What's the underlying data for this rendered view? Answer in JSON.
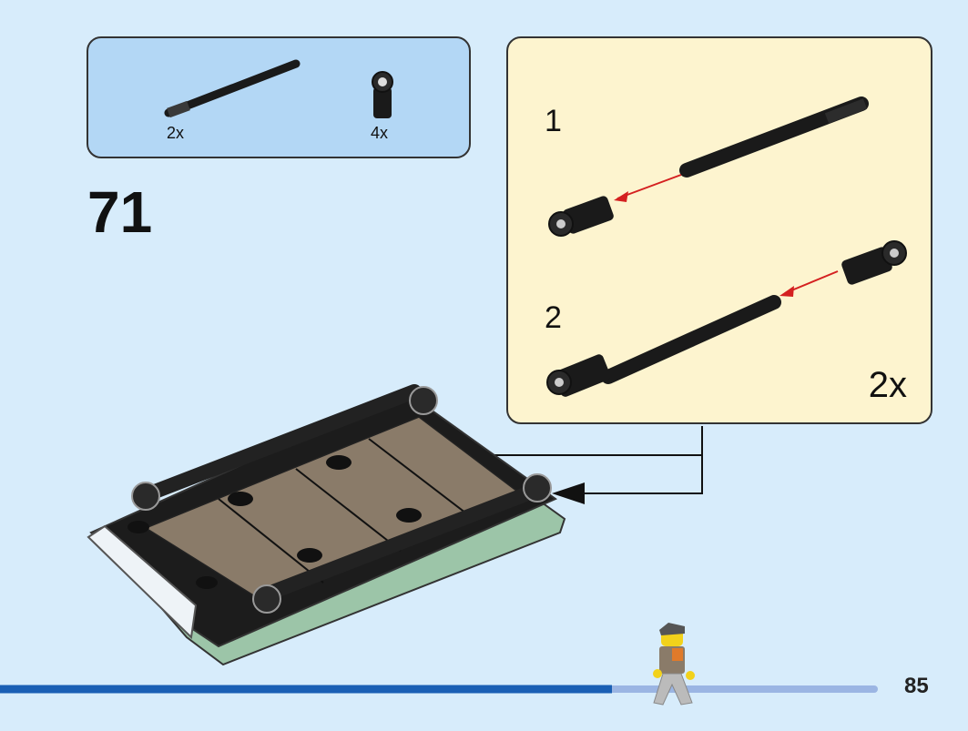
{
  "parts_list": {
    "items": [
      {
        "part": "black-axle",
        "quantity": "2x"
      },
      {
        "part": "black-axle-connector",
        "quantity": "4x"
      }
    ]
  },
  "step": {
    "number": "71"
  },
  "sub_assembly": {
    "steps": [
      "1",
      "2"
    ],
    "multiplier": "2x"
  },
  "footer": {
    "page_number": "85"
  },
  "colors": {
    "page_background": "#d7ecfb",
    "parts_box": "#b3d7f5",
    "sub_assembly_box": "#fdf4cf",
    "progress_bar": "#1a5fb4",
    "progress_bar_remaining": "#9bb5e3",
    "arrow_red": "#d42020",
    "tan": "#8a7b69",
    "sand_green": "#9cc5a8"
  },
  "progress": {
    "fraction": 0.7
  }
}
